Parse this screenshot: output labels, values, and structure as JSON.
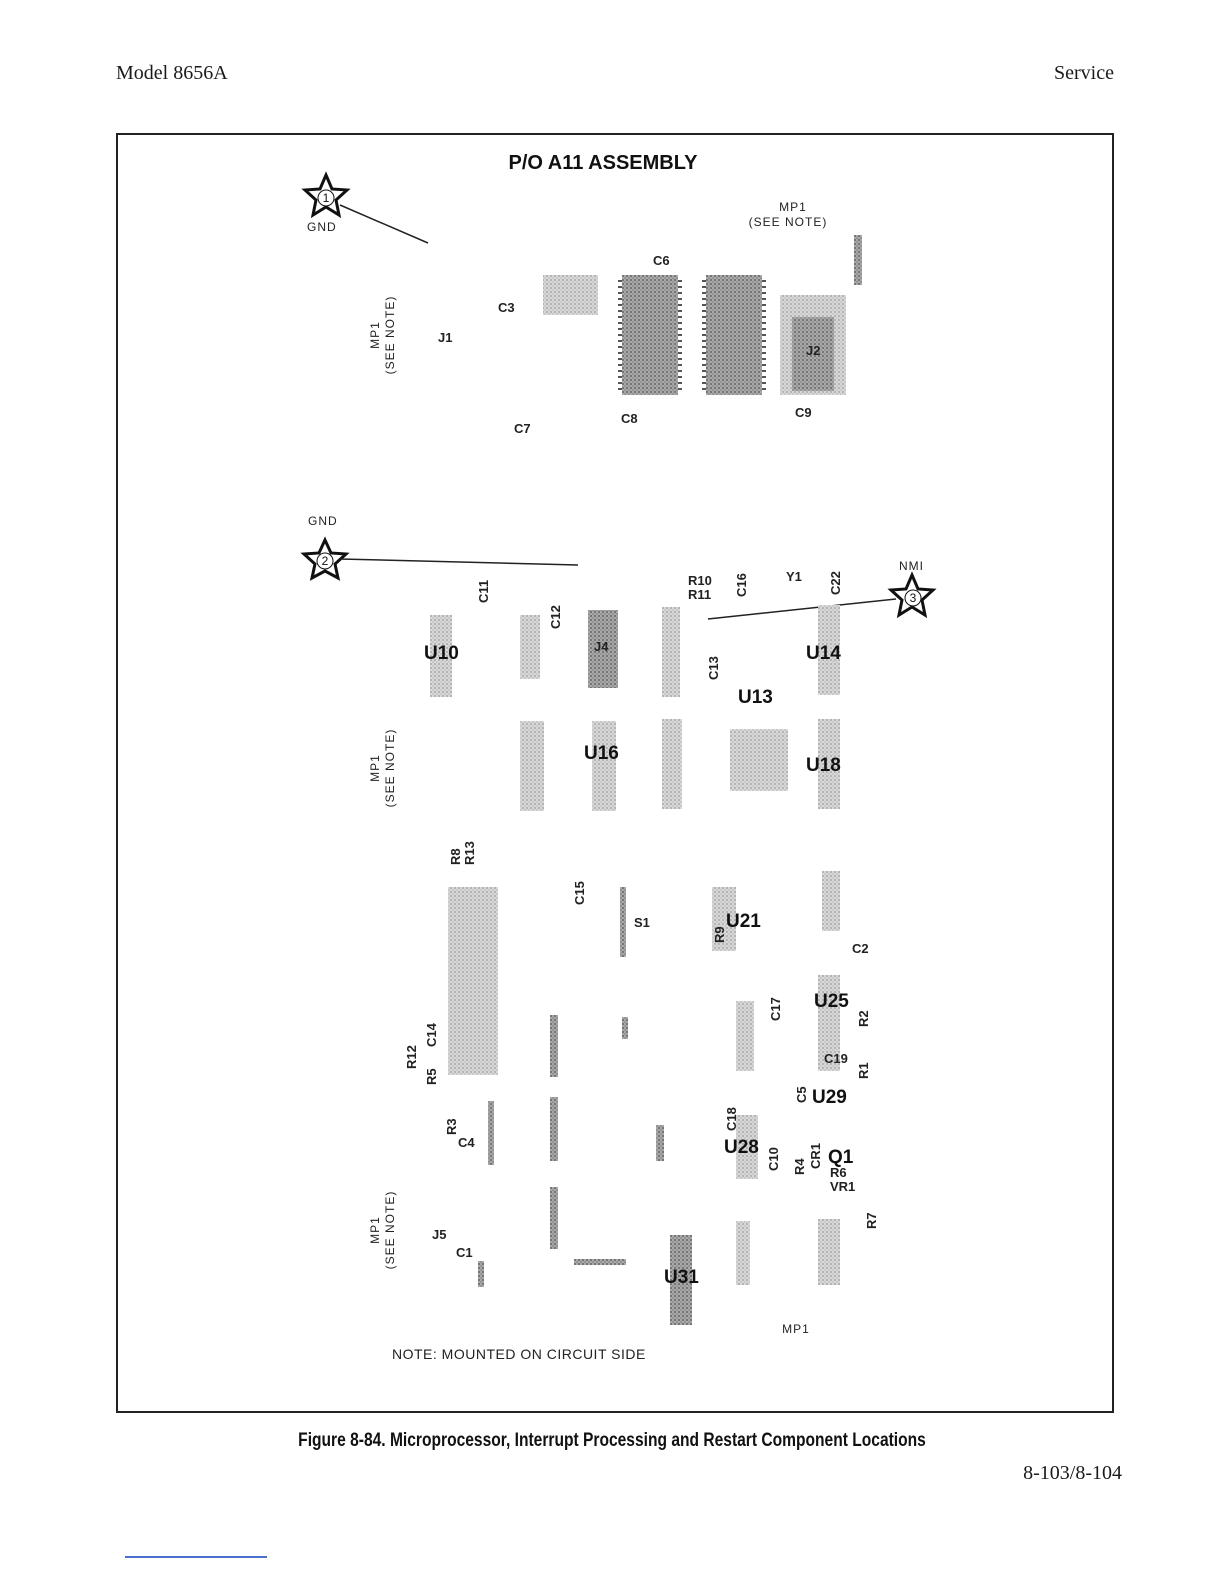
{
  "header": {
    "left": "Model 8656A",
    "right": "Service"
  },
  "diagram": {
    "title": "P/O A11 ASSEMBLY",
    "note": "NOTE: MOUNTED ON CIRCUIT SIDE",
    "test_points": [
      {
        "number": "1",
        "label": "GND"
      },
      {
        "number": "2",
        "label": "GND"
      },
      {
        "number": "3",
        "label": "NMI"
      }
    ],
    "mp1_top_right": {
      "line1": "MP1",
      "line2": "(SEE NOTE)"
    },
    "mp1_side": {
      "line1": "MP1",
      "line2": "(SEE NOTE)"
    },
    "mp1_bottom": "MP1",
    "ic_labels": {
      "u10": "U10",
      "u13": "U13",
      "u14": "U14",
      "u16": "U16",
      "u18": "U18",
      "u21": "U21",
      "u25": "U25",
      "u28": "U28",
      "u29": "U29",
      "u31": "U31",
      "q1": "Q1"
    },
    "labels": {
      "j1": "J1",
      "j2": "J2",
      "j4": "J4",
      "j5": "J5",
      "c1": "C1",
      "c2": "C2",
      "c3": "C3",
      "c4": "C4",
      "c5": "C5",
      "c6": "C6",
      "c7": "C7",
      "c8": "C8",
      "c9": "C9",
      "c10": "C10",
      "c11": "C11",
      "c12": "C12",
      "c13": "C13",
      "c14": "C14",
      "c15": "C15",
      "c16": "C16",
      "c17": "C17",
      "c18": "C18",
      "c19": "C19",
      "c22": "C22",
      "r1": "R1",
      "r2": "R2",
      "r3": "R3",
      "r4": "R4",
      "r5": "R5",
      "r6": "R6",
      "r7": "R7",
      "r8": "R8",
      "r9": "R9",
      "r10": "R10",
      "r11": "R11",
      "r12": "R12",
      "r13": "R13",
      "cr1": "CR1",
      "vr1": "VR1",
      "s1": "S1",
      "y1": "Y1"
    }
  },
  "caption": "Figure 8-84.  Microprocessor, Interrupt Processing and Restart Component Locations",
  "page_number": "8-103/8-104"
}
